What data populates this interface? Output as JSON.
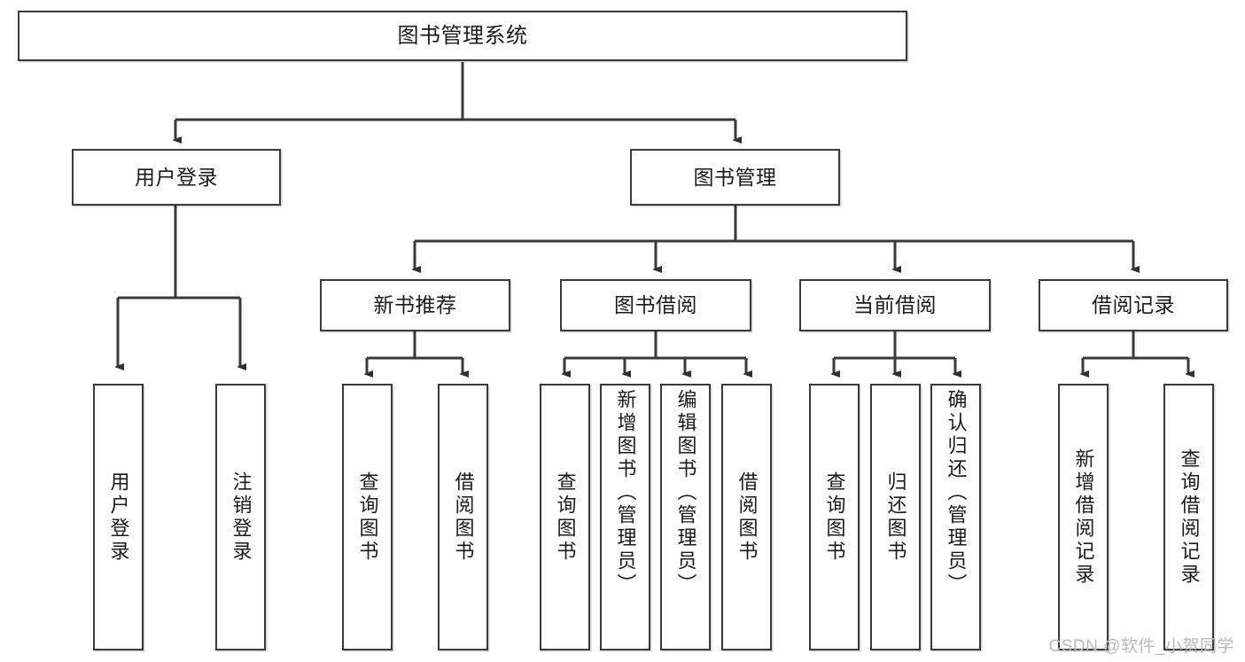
{
  "diagram": {
    "title_node": {
      "label": "图书管理系统"
    },
    "level2": [
      {
        "label": "用户登录"
      },
      {
        "label": "图书管理"
      }
    ],
    "level3": [
      {
        "label": "新书推荐"
      },
      {
        "label": "图书借阅"
      },
      {
        "label": "当前借阅"
      },
      {
        "label": "借阅记录"
      }
    ],
    "leaves": {
      "user_login": [
        {
          "label": "用户登录"
        },
        {
          "label": "注销登录"
        }
      ],
      "new_book_recommend": [
        {
          "label": "查询图书"
        },
        {
          "label": "借阅图书"
        }
      ],
      "book_borrow": [
        {
          "label": "查询图书"
        },
        {
          "label": "新增图书（管理员）"
        },
        {
          "label": "编辑图书（管理员）"
        },
        {
          "label": "借阅图书"
        }
      ],
      "current_borrow": [
        {
          "label": "查询图书"
        },
        {
          "label": "归还图书"
        },
        {
          "label": "确认归还（管理员）"
        }
      ],
      "borrow_record": [
        {
          "label": "新增借阅记录"
        },
        {
          "label": "查询借阅记录"
        }
      ]
    }
  },
  "watermark": {
    "text": "CSDN @软件_小贺同学"
  },
  "colors": {
    "stroke": "#3a3a3a",
    "background": "#ffffff",
    "text": "#1b1b1b",
    "watermark": "#b9b9b9"
  }
}
